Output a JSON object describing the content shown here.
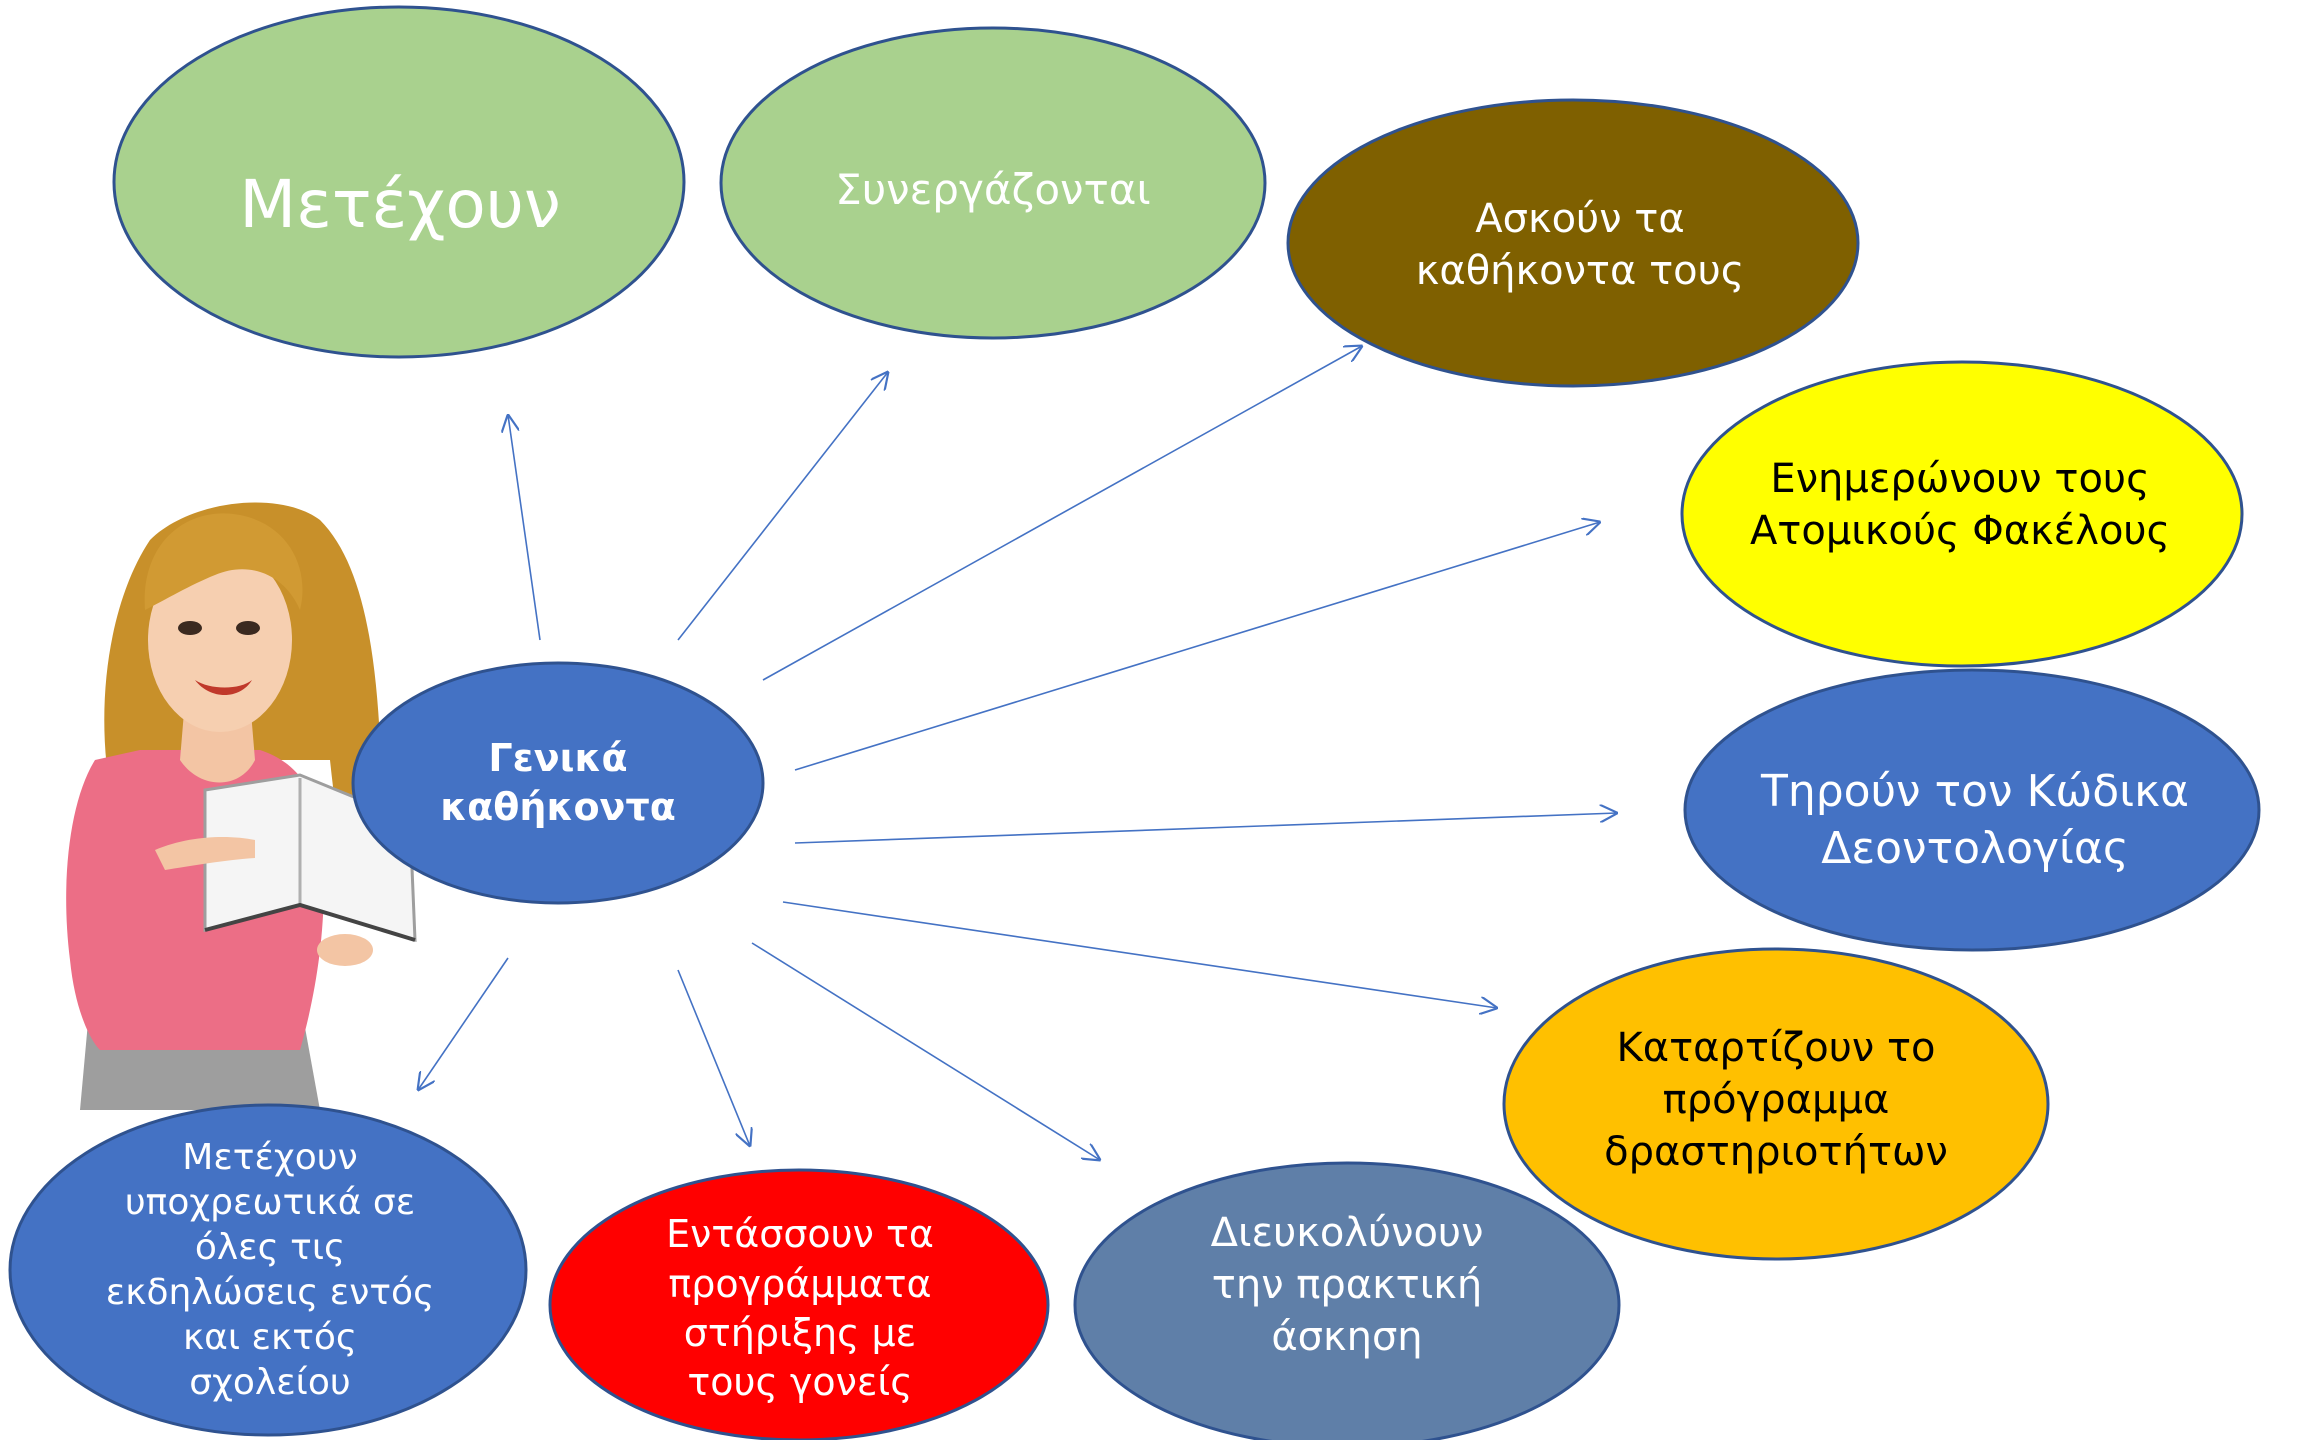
{
  "center": {
    "text": "Γενικά\nκαθήκοντα",
    "fill": "#4472c4",
    "stroke": "#2f528f",
    "text_color": "#ffffff"
  },
  "nodes": [
    {
      "id": "metechoun",
      "text": "Μετέχουν",
      "fill": "#a9d18e",
      "stroke": "#2f528f",
      "text_color": "#ffffff"
    },
    {
      "id": "synergazontai",
      "text": "Συνεργάζονται",
      "fill": "#a9d18e",
      "stroke": "#2f528f",
      "text_color": "#ffffff"
    },
    {
      "id": "askoun",
      "text": "Ασκούν τα\nκαθήκοντα τους",
      "fill": "#7f6000",
      "stroke": "#2f528f",
      "text_color": "#ffffff"
    },
    {
      "id": "enimeronoun",
      "text": "Ενημερώνουν τους\nΑτομικούς Φακέλους",
      "fill": "#ffff00",
      "stroke": "#2f528f",
      "text_color": "#000000"
    },
    {
      "id": "tiroun",
      "text": "Τηρούν τον Κώδικα\nΔεοντολογίας",
      "fill": "#4472c4",
      "stroke": "#2f528f",
      "text_color": "#ffffff"
    },
    {
      "id": "katartizoun",
      "text": "Καταρτίζουν το\nπρόγραμμα\nδραστηριοτήτων",
      "fill": "#ffc000",
      "stroke": "#2f528f",
      "text_color": "#000000"
    },
    {
      "id": "dieukolynoun",
      "text": "Διευκολύνουν\nτην πρακτική\nάσκηση",
      "fill": "#5f7fa8",
      "stroke": "#2f528f",
      "text_color": "#ffffff"
    },
    {
      "id": "entassoun",
      "text": "Εντάσσουν τα\nπρογράμματα\nστήριξης  με\nτους γονείς",
      "fill": "#ff0000",
      "stroke": "#2f528f",
      "text_color": "#ffffff"
    },
    {
      "id": "metechoun-ypochreotika",
      "text": "Μετέχουν\nυποχρεωτικά σε\nόλες τις\nεκδηλώσεις εντός\nκαι εκτός\nσχολείου",
      "fill": "#4472c4",
      "stroke": "#2f528f",
      "text_color": "#ffffff"
    }
  ],
  "arrow_color": "#4472c4",
  "teacher_image": {
    "name": "teacher-reading-book"
  }
}
